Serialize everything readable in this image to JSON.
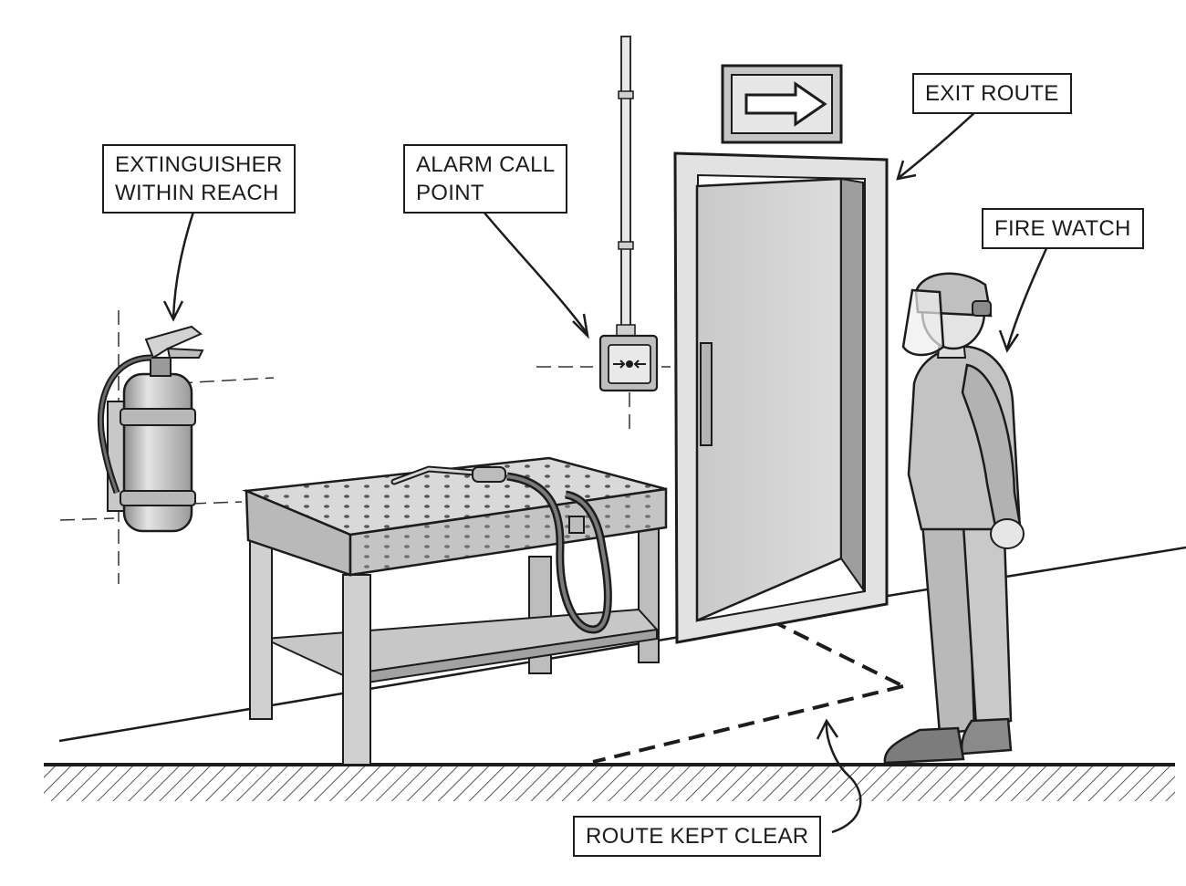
{
  "labels": {
    "extinguisher": [
      "EXTINGUISHER",
      "WITHIN REACH"
    ],
    "alarm": [
      "ALARM CALL",
      "POINT"
    ],
    "exit": [
      "EXIT ROUTE"
    ],
    "fire_watch": [
      "FIRE WATCH"
    ],
    "route": [
      "ROUTE KEPT CLEAR"
    ]
  },
  "colors": {
    "ink": "#1c1c1c",
    "wall": "#ffffff",
    "metal_light": "#d6d6d6",
    "metal_mid": "#a9a9a9",
    "coverall": "#bcbcbc",
    "floor_hatch": "#8a8a8a"
  },
  "icons": {
    "exit_sign": "arrow-right",
    "alarm": "manual-call-point"
  }
}
